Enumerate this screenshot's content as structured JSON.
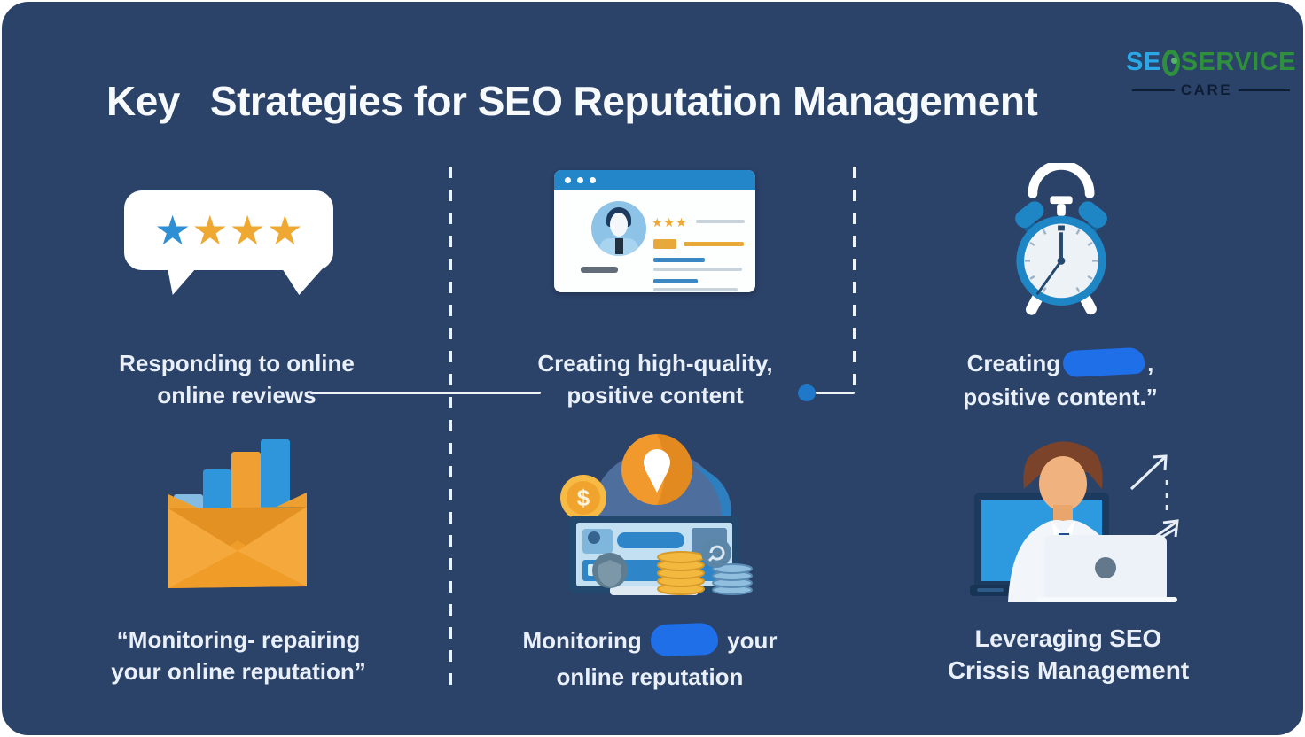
{
  "canvas": {
    "background": "#2b4269",
    "outer_background": "#ffffff",
    "divider_color": "#eef3f9"
  },
  "glyphs": {
    "star": "★"
  },
  "header": {
    "title_word": "Key",
    "title_rest": "Strategies for SEO Reputation Management",
    "logo": {
      "part_blue": "SE",
      "part_green": "SERVICE",
      "tagline": "CARE",
      "color_blue": "#2aa7e4",
      "color_green": "#2e8f3c",
      "color_dark": "#0e1d33"
    }
  },
  "accents": {
    "star_blue": "#2e8fd5",
    "star_gold": "#efa832",
    "scribble_blue": "#1e6fe8",
    "connector_dot_blue": "#1f78c8",
    "browser_bar_blue": "#2386c8",
    "clock_blue": "#1f86c6",
    "envelope_gold": "#f5a93c",
    "bar_chart_blue": "#2f96db"
  },
  "panels": [
    {
      "key": "responding-reviews",
      "icon": "review-speech-bubble-icon",
      "caption": {
        "line1": "Responding to online",
        "line2": "online reviews"
      }
    },
    {
      "key": "creating-content",
      "icon": "browser-review-profile-icon",
      "caption": {
        "line1": "Creating high-quality,",
        "line2": "positive content"
      }
    },
    {
      "key": "creating-content-quote",
      "icon": "alarm-clock-icon",
      "caption": {
        "line1_before": "Creating",
        "line1_after": ",",
        "line2": "positive content.”",
        "redacted": true
      }
    },
    {
      "key": "monitoring-repairing",
      "icon": "envelope-bar-chart-icon",
      "caption": {
        "line1": "“Monitoring- repairing",
        "line2": "your online reputation”"
      }
    },
    {
      "key": "monitoring-reputation",
      "icon": "monitor-coins-pin-icon",
      "caption": {
        "line1_before": "Monitoring",
        "line1_after": "your",
        "line2": "online reputation",
        "redacted": true
      }
    },
    {
      "key": "leveraging-seo-crisis",
      "icon": "analyst-laptop-icon",
      "caption": {
        "line1_before": "Leveraging",
        "line1_strong": "SEO",
        "line2": "Crissis Management"
      }
    }
  ]
}
